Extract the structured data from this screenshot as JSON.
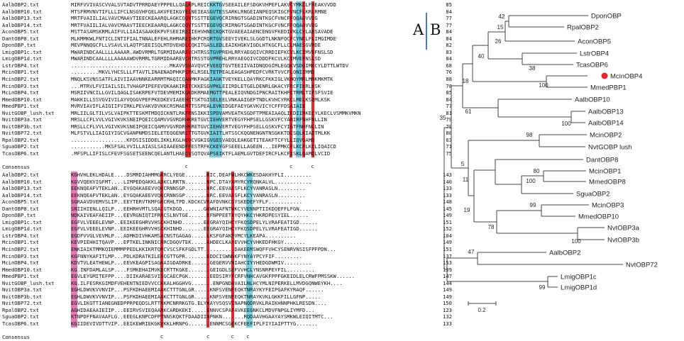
{
  "labels": {
    "a": "A",
    "b": "B"
  },
  "block1": {
    "rows": [
      {
        "name": "AalbOBP2.txt",
        "seq": "MIRFVVIVASCVVALSVTADVTPRRDAEYPPPELLQALKPLREICKKTGVSEEAILEFSDGKVHPEFLAKVCYMKCLFHEAKVVDD",
        "num": "85"
      },
      {
        "name": "AalbOBP10.txt",
        "seq": "MTSFRMVNVTIFLLLIFCLNSGVHFQELAKVFEIKGYELNEIEASGVTESSARKLRNGEIANPEQSKIGCFVNCFLKRLRMNE",
        "num": "84"
      },
      {
        "name": "AalbOBP13.txt",
        "seq": "MRTFVAIILIALVAVCMAAVTIEECKEAARQLAGKCQQVTSSTTEGEVQCRIRNGTSGADINTKGCFVNCFFQQAGVVDG",
        "num": "77"
      },
      {
        "name": "AalbOBP14.txt",
        "seq": "MRTFVAIILIALVAVCMAAVTIEECKEAARQLAGKCQQVTSSTTEGEVQCRIRNGTSGADINTKGCFVNCFFQQAGVVDG",
        "num": "77"
      },
      {
        "name": "AconOBP5.txt",
        "seq": "MSTTASAMSKRMLAIFVLLIAIASAAKEKPVFSEEIREIIEHVHNECKQKTGVAEEAIAENCENGVFKEDIVKLCYLAESAVADE",
        "num": "84"
      },
      {
        "name": "DantOBP8.txt",
        "seq": "MLKMMKWLFNTICLINTIFIALTNNALEFEHLRHMAREIHKPCRQRTGVSEEYIVEKLSLGGDTLNKNFQCFCYNCLFLIMGIMDE",
        "num": "84"
      },
      {
        "name": "DponOBP.txt",
        "seq": "MEVPNNQGCFLLVSAVLVLAQTPSEEISQLMTDVEHDLCQKITGASLEDLEAIKHGKVIGDLHTKGCFLLCLMAESGVMDE",
        "num": "82"
      },
      {
        "name": "LmigOBP1c.txt",
        "seq": "MWARINDCAALLLLAAAAR.AWDVRMRLTGRMIDAAREVCHTRSSTGVPREHLRRYAEGQIVCRRDIEFKCVLKCIMVEFNSLSD",
        "num": "83"
      },
      {
        "name": "LmigOBP1d.txt",
        "seq": "MWARINDCAALLLLAAAAAWDVRMRLTGRMIDAAREVCHTRSSTGVPREHLRRYAEGQIVCDDDFKCVLKCIMVEFNSLSD",
        "num": "84"
      },
      {
        "name": "LstrOBP4.txt",
        "seq": "................................MKAVVSHAVQVCFVEEQTGVTEEIIVAIDNQDGIMLEGQKVSDGIMKCYLDTTLWTDV",
        "num": "68"
      },
      {
        "name": "McinOBP1.txt",
        "seq": ".........MKVLYHCSLLLFTAVTLINAENADPHKPIRKLRSELTETPEALEAGASHPEDFCVRKTVVCFLQNIIMMD",
        "num": "76"
      },
      {
        "name": "McinOBP2.txt",
        "seq": "MNQLKSVNSSATFLAIVIIAAVNNKEARRMTMAQICQANMKFAGKIAGKTVEYKELLQAYRKCFKKIGLVKMQYMRLMMKMKMTK",
        "num": "88"
      },
      {
        "name": "McinOBP3.txt",
        "seq": "...MTRVLFVIIAILSILTVHAGPIPEFEVQKAAKIRETCKKESGVPKLEIIRDLETGELDENRLGKACYFRCFIKRLKSK",
        "num": "78"
      },
      {
        "name": "McinOBP4.txt",
        "seq": "MSRIIVNCILLGVILQAGLISAKRPEFVTDEVMEMIKGKDKRMAEMGTTPEALEIQVNDGIPNCRAITKHFCTRMLTIFSFSVIE",
        "num": "85"
      },
      {
        "name": "MmedOBP10.txt",
        "seq": "MAKKILLSSVGVIVILAYVQGGVPEFPKEDKEVIAEEHCTSKTGISELEELVNKAAIGEFTNDLKVHCYRKCLMELKSQMLKSK",
        "num": "84"
      },
      {
        "name": "MmedPBP1.txt",
        "seq": "MVRVIAVIFLAIGIIFVIRKLPEVAKVDVKKCRSMAEMTTSSPEALEVKEDGEFAEYGKVKVICYCFFFDSAIAIE",
        "num": "77"
      },
      {
        "name": "NvitGOBP_lush.txt",
        "seq": "MRLIILGLTILVSLVAIPKTTESKMTMDQICKNTLRKFRNSIKKISPDVAMVEATKSGDFTPMEAIAAQLIEDIIMKECYLKECLVSMMKVMKN",
        "num": "81"
      },
      {
        "name": "NvitOBP3a.txt",
        "seq": "MRSLLCFLVVLVGIVKVKSNEIPQEICQAMVVGVRDRHKRETGVCIEHVERTVEGYFHPSELLGSKVFCYANIRFNHFNLLIN",
        "num": "79"
      },
      {
        "name": "NvitOBP3b.txt",
        "seq": "MRSLLCFLVVLVGIVKVKSNEIPQEICQAMVVGVRDRHKRETGVCIEHVERTVEGYFHPSELLGSKVFCYIGTFNHFNLLIN",
        "num": "79"
      },
      {
        "name": "NvitOBP72.txt",
        "seq": "MLFSTVLLIAIGIYIGCVGANPNMDSIELETEQGENRETTGTGVKIAITLHTSSCKQGNENGNTNSGKKTDCSQLKIAQTMLKK",
        "num": "88"
      },
      {
        "name": "RpalOBP2.txt",
        "seq": "..................KFDSISIDDELIKKLKGLHEVCVGKIGVGESVAEQLEAKGETITEAKFTCFYLLIQVGAMD",
        "num": "63"
      },
      {
        "name": "SguaOBP2.txt",
        "seq": "...........MKSFSALVVILLAIASLSAIAAEENDFFESTRFKCKEYGFSEEELLAGEEN...IEPMKCFLKCFLKCLIQAICD",
        "num": "71"
      },
      {
        "name": "TcasOBP6.txt",
        "seq": ".MFSPLLIFISLCFEVFSGSETSEENCQELANTLHAECVSQTQVAPSEIKTFLAEMLGVTDEFIRCFLKCFISKLQAMQLVCID",
        "num": "75"
      }
    ],
    "consensus_label": "Consensus",
    "cons_marks": [
      "c",
      "c",
      "c"
    ]
  },
  "block2": {
    "rows": [
      {
        "name": "AalbOBP2.txt",
        "seq": "KGHVHLEKLHDALE....DSMRDIAHMMGKRCLYEGE.......KIC.DEAFWLHKCWKESDAKHYFLI.........",
        "num": "143"
      },
      {
        "name": "AalbOBP10.txt",
        "seq": "KGVVQEKVIGFMT....LIMPEDQAKKLADKCLRRTN.......NPC.DTAYAMYRCYRQNKALVL............",
        "num": "140"
      },
      {
        "name": "AalbOBP13.txt",
        "seq": "EEKNQEAFVTEKLAN..EYGQAKAEEVVQKCRNNSGP.......NRC.EEVAESFLKCYVANRASLN.........",
        "num": "133"
      },
      {
        "name": "AalbOBP14.txt",
        "seq": "EEKNQEAFVTEKLAN..EYGQAKAEEVVQKCRNNSGP.......NRC.EEVAESFLKCYVANRASLN.........",
        "num": "133"
      },
      {
        "name": "AconOBP5.txt",
        "seq": "SGRAAVDVEMVSLIP..EEYTERVTKMFGKCRHLTPD.KDCKCVRAFDVNKCSYSKEDEFYFLF...........",
        "num": "148"
      },
      {
        "name": "DantOBP8.txt",
        "seq": "SNIIHIENLLQILP...EEHRHVMTLSQACGTKDGD.......GNWNIAFNTWKCYVENNPTIIKDQEFFLFGN.......",
        "num": "145"
      },
      {
        "name": "DponOBP.txt",
        "seq": "NDKAIVEAFAEIIP...EEVRGNIQTIFRRCSLNVTGE......EFNPPEETAYQYHKCYHKRDPESYIEL......",
        "num": "149"
      },
      {
        "name": "LmigOBP1c.txt",
        "seq": "EGFVLVEEELEVNP..EEIKEEGHRVVHSCKHINHD.......EEGRAYQIHCYFKQSDPELYLVRAFEATIGD......",
        "num": "151"
      },
      {
        "name": "LmigOBP1d.txt",
        "seq": "EGFVLVEEELEVNP..EEIKEEGHRVVHSCKHINHD.......EEGRAYQIHCYFKQSDPELYLVRAFEATIGD......",
        "num": "152"
      },
      {
        "name": "LstrOBP4.txt",
        "seq": "EGDFVVGLVEVMLP...ADMKDIVHKAMSACNSTGAGAG.....LKSFGFAKFVMCYLKEAPA..........",
        "num": "104"
      },
      {
        "name": "McinOBP1.txt",
        "seq": "KEVPIEHHITQAVP...EPTKELINKNICRRCDGQVTEK.....AHDECLKAYEVVHCYVHKEDFHKGY.......",
        "num": "149"
      },
      {
        "name": "McinOBP2.txt",
        "seq": "ENKIAIKTMMKQIEMMMPPEDLKKIKRTQRCVSCSFKFGDLTT..........DAKEEMSWQFFVHCYSENRVNSISFPFPDN...",
        "num": "151"
      },
      {
        "name": "McinOBP3.txt",
        "seq": "KGFNNYKAFITLMP...PDLKDRATKILEKCGTTGPR.......EDDCISWNNKFYNYAYPCYFIF.........",
        "num": "137"
      },
      {
        "name": "McinOBP4.txt",
        "seq": "KDVTVLEATHEWLP...EEVKEAGPISAGKAIGDADRKE......GEGERVVNIAHCIYYHEDGDWMIV.........",
        "num": "153"
      },
      {
        "name": "MmedOBP10.txt",
        "seq": "KG.INFDAMLALSP....FSMKEHAIMVKECRTTKGKE.......GEIGDLSEFVVHCLYNSNRPEYFIL.........",
        "num": "139"
      },
      {
        "name": "MmedPBP1.txt",
        "seq": "EGVLEYGMITEFPP....DIIKARAESVISGCAECPGK.......EEDSIRYFCRFVNHCAVGKFPPFGKEIDLELCRWFPMSSKW......",
        "num": "147"
      },
      {
        "name": "NvitGOBP_lush.txt",
        "seq": "KG.ILFESRKGIMDFVEHENTNIEDVVCCKKALHGGHVG.......ENPGNDAVAILNLHCYMLNIPERKELLMVDGQNWEYKH....",
        "num": "144"
      },
      {
        "name": "NvitOBP3a.txt",
        "seq": "EGHLDWVKVVNVIP...PSFKDHAEEMIAAKCTTTGNLGR.....KNFSVENFEQKTNRAYKYFEIPGAFKYRAQF......",
        "num": "149"
      },
      {
        "name": "NvitOBP3b.txt",
        "seq": "EGHLDWVKVVNVIP...PSFKDHAEEMIAAKCTTTGNLGR.....KNFSVENFEQKTNRAYKVKLGKKFILLGFNP.....",
        "num": "149"
      },
      {
        "name": "NvitOBP72.txt",
        "seq": "EGVLIKGTTIANEGNEDPPRPEQDSLRTTKKMCNRRKGTG.ELYKAYVSQSVINAPNQDRVKLRAIKHNNPHKLRESDN....",
        "num": "150"
      },
      {
        "name": "RpalOBP2.txt",
        "seq": "AGHIDAEAAIEIIP...EEIRVSVIEQAARKCARDKEKI.....ENNVCSPAFAVKEEGNKCLMDVFNPGLIYMFD...",
        "num": "123"
      },
      {
        "name": "SguaOBP2.txt",
        "seq": "KTNPDFFNAVAAFLG..EEEGLKNPCDFPTNNSKQKTFDAADIINPNKN.......RQDAAVHGAAYAYSMKWLEIQITMTC...",
        "num": "132"
      },
      {
        "name": "TcasOBP6.txt",
        "seq": "KGIIDEVIVDTTVIP..EEIKEWRIEKGKVKKLHRNPG.......ENNMCSGEKCFEEFIPLFIYIAIPTTYG.......",
        "num": "133"
      }
    ],
    "consensus_label": "Consensus",
    "cons_marks": [
      "c",
      "c",
      "c",
      "c"
    ]
  },
  "tree": {
    "taxa": [
      "DponOBP",
      "RpalOBP2",
      "AconOBP5",
      "LstrOBP4",
      "TcasOBP6",
      "McinOBP4",
      "MmedPBP1",
      "AalbOBP10",
      "AalbOBP13",
      "AalbOBP14",
      "McinOBP2",
      "NvtGOBP lush",
      "DantOBP8",
      "McinOBP1",
      "MmedOBP8",
      "SguaOBP2",
      "McinOBP3",
      "MmedOBP10",
      "NvtOBP3a",
      "NvtOBP3b",
      "AalbOBP2",
      "NvtOBP72",
      "LmigOBP1c",
      "LmigOBP1d"
    ],
    "bootstraps": [
      "42",
      "15",
      "26",
      "40",
      "38",
      "18",
      "100",
      "61",
      "100",
      "35",
      "98",
      "5",
      "11",
      "80",
      "100",
      "19",
      "99",
      "78",
      "100",
      "47",
      "99"
    ],
    "highlight_taxon": "McinOBP4",
    "highlight_color": "#e8262b",
    "scale_label": "0.2"
  },
  "colors": {
    "red": "#e8262b",
    "pink": "#e27ab4",
    "cyan": "#74cfe0",
    "divider": "#4a78c2"
  }
}
